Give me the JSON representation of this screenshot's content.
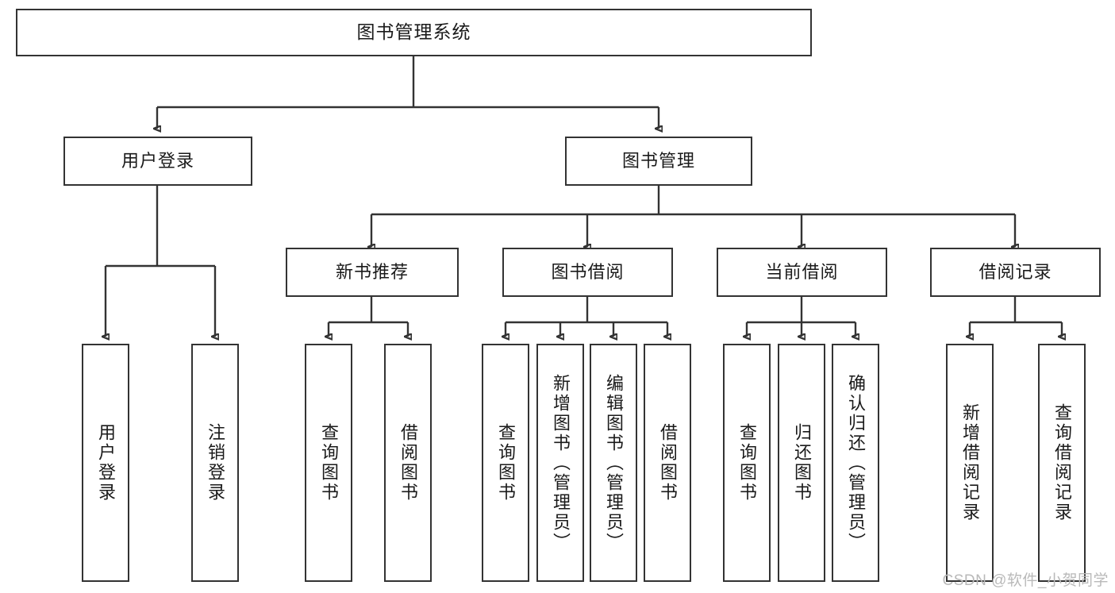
{
  "diagram": {
    "title": "图书管理系统",
    "type": "tree",
    "root": {
      "id": "root",
      "label": "图书管理系统",
      "orientation": "horizontal"
    },
    "level1": [
      {
        "id": "user-login",
        "label": "用户登录",
        "orientation": "horizontal"
      },
      {
        "id": "book-manage",
        "label": "图书管理",
        "orientation": "horizontal"
      }
    ],
    "level2": [
      {
        "id": "new-book-rec",
        "label": "新书推荐",
        "parent": "book-manage",
        "orientation": "horizontal"
      },
      {
        "id": "book-borrow",
        "label": "图书借阅",
        "parent": "book-manage",
        "orientation": "horizontal"
      },
      {
        "id": "current-borrow",
        "label": "当前借阅",
        "parent": "book-manage",
        "orientation": "horizontal"
      },
      {
        "id": "borrow-record",
        "label": "借阅记录",
        "parent": "book-manage",
        "orientation": "horizontal"
      }
    ],
    "leaves": [
      {
        "id": "leaf-user-login",
        "label": "用户登录",
        "parent": "user-login",
        "orientation": "vertical"
      },
      {
        "id": "leaf-logout",
        "label": "注销登录",
        "parent": "user-login",
        "orientation": "vertical"
      },
      {
        "id": "leaf-query-book-1",
        "label": "查询图书",
        "parent": "new-book-rec",
        "orientation": "vertical"
      },
      {
        "id": "leaf-borrow-book-1",
        "label": "借阅图书",
        "parent": "new-book-rec",
        "orientation": "vertical"
      },
      {
        "id": "leaf-query-book-2",
        "label": "查询图书",
        "parent": "book-borrow",
        "orientation": "vertical"
      },
      {
        "id": "leaf-add-book",
        "label": "新增图书（管理员）",
        "parent": "book-borrow",
        "orientation": "vertical"
      },
      {
        "id": "leaf-edit-book",
        "label": "编辑图书（管理员）",
        "parent": "book-borrow",
        "orientation": "vertical"
      },
      {
        "id": "leaf-borrow-book-2",
        "label": "借阅图书",
        "parent": "book-borrow",
        "orientation": "vertical"
      },
      {
        "id": "leaf-query-book-3",
        "label": "查询图书",
        "parent": "current-borrow",
        "orientation": "vertical"
      },
      {
        "id": "leaf-return-book",
        "label": "归还图书",
        "parent": "current-borrow",
        "orientation": "vertical"
      },
      {
        "id": "leaf-confirm-return",
        "label": "确认归还（管理员）",
        "parent": "current-borrow",
        "orientation": "vertical"
      },
      {
        "id": "leaf-add-record",
        "label": "新增借阅记录",
        "parent": "borrow-record",
        "orientation": "vertical"
      },
      {
        "id": "leaf-query-record",
        "label": "查询借阅记录",
        "parent": "borrow-record",
        "orientation": "vertical"
      }
    ],
    "colors": {
      "stroke": "#333333",
      "fill": "#ffffff",
      "text": "#1a1a1a",
      "watermark": "#b9b9b9"
    }
  },
  "watermark": {
    "text": "CSDN @软件_小贺同学"
  }
}
